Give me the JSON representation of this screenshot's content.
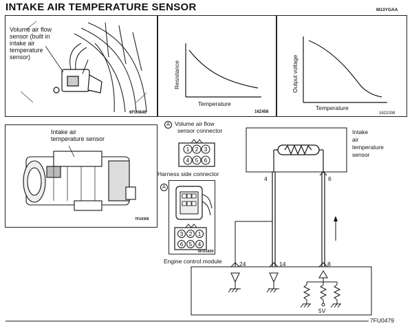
{
  "header": {
    "title": "INTAKE AIR TEMPERATURE SENSOR",
    "code": "M13YGAA"
  },
  "panel_photo_1": {
    "caption": [
      "Volume air flow",
      "sensor (built in",
      "intake air",
      "temperature",
      "sensor)"
    ],
    "ref": "6FU0846"
  },
  "panel_graph_resistance": {
    "ylabel": "Resistance",
    "xlabel": "Temperature",
    "ref": "16Z458"
  },
  "panel_graph_voltage": {
    "ylabel": "Output voltage",
    "xlabel": "Temperature",
    "ref": "1621008"
  },
  "panel_photo_2": {
    "caption": [
      "Intake air",
      "temperature  sensor"
    ],
    "ref": "7FU0306"
  },
  "connector_a": {
    "marker": "A",
    "label": [
      "Volume air flow",
      "sensor connector"
    ],
    "pins_top": [
      "1",
      "2",
      "3"
    ],
    "pins_bottom": [
      "4",
      "5",
      "6"
    ]
  },
  "connector_b": {
    "label": "Harness side connector",
    "marker": "A",
    "pins_top": [
      "3",
      "2",
      "1"
    ],
    "pins_bottom": [
      "6",
      "5",
      "4"
    ],
    "ref": "6FU1600"
  },
  "circuit": {
    "sensor_label": [
      "Intake",
      "air",
      "temperature",
      "sensor"
    ],
    "pin_4": "4",
    "pin_6": "6",
    "ecm_label": "Engine control module",
    "ecm_pin_24": "24",
    "ecm_pin_14": "14",
    "ecm_pin_8": "8",
    "voltage": "5V",
    "ref": "7FU0479"
  }
}
